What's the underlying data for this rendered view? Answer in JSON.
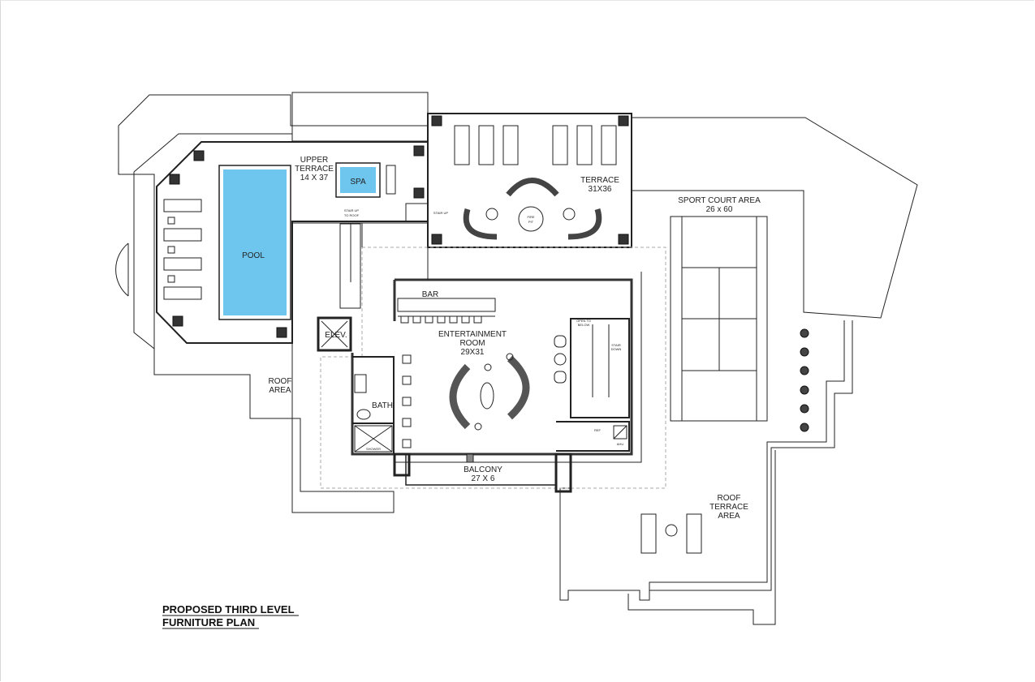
{
  "colors": {
    "water": "#6ec6ef",
    "line": "#222222",
    "wall": "#333333",
    "dash": "#aaaaaa"
  },
  "labels": {
    "upper_terrace": "UPPER",
    "upper_terrace_2": "TERRACE",
    "upper_terrace_dim": "14 X 37",
    "spa": "SPA",
    "pool": "POOL",
    "stair_up_to_roof": "STAIR UP",
    "stair_up_to_roof_2": "TO ROOF",
    "stair_up": "STAIR UP",
    "terrace": "TERRACE",
    "terrace_dim": "31X36",
    "fire_pit": "FIRE",
    "fire_pit_2": "PIT",
    "sport_court": "SPORT COURT AREA",
    "sport_court_dim": "26 x 60",
    "bar": "BAR",
    "entertainment": "ENTERTAINMENT",
    "entertainment_2": "ROOM",
    "entertainment_dim": "29X31",
    "elev": "ELEV.",
    "bath": "BATH",
    "shower": "SHOWER",
    "roof_area": "ROOF",
    "roof_area_2": "AREA",
    "balcony": "BALCONY",
    "balcony_dim": "27 X 6",
    "roof_terrace": "ROOF",
    "roof_terrace_2": "TERRACE",
    "roof_terrace_3": "AREA",
    "stair_down": "STAIR",
    "stair_down_2": "DOWN",
    "ref": "REF",
    "ahu": "AHU",
    "open_to_below": "OPEN TO",
    "open_to_below_2": "BELOW"
  },
  "title": {
    "line1": "PROPOSED THIRD LEVEL",
    "line2": "FURNITURE PLAN"
  }
}
